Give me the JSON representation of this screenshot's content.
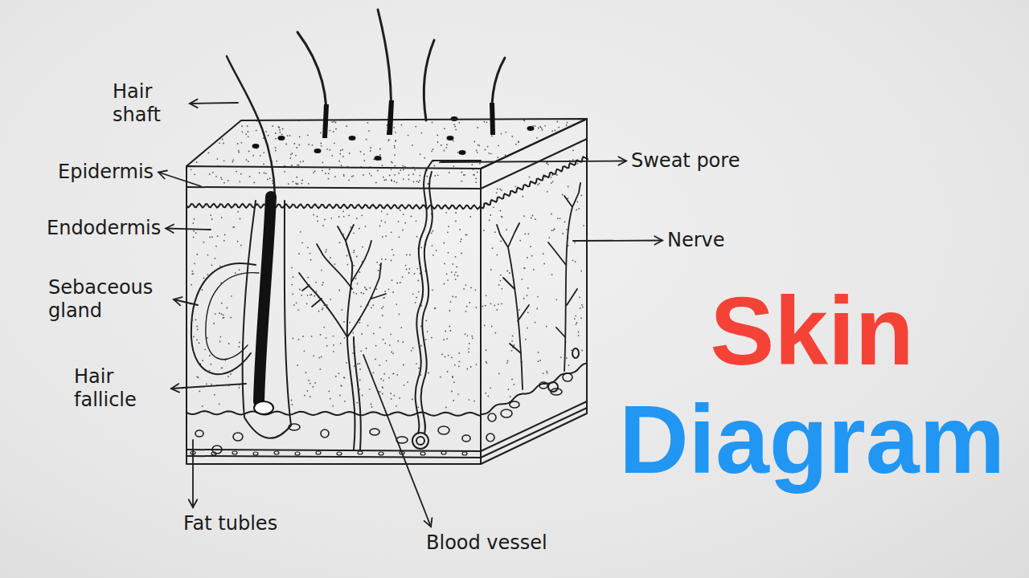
{
  "diagram": {
    "title": "Skin Diagram",
    "labels": [
      "Hair shaft",
      "Epidermis",
      "Endodermis",
      "Sebaceous gland",
      "Hair fallicle",
      "Fat tubles",
      "Blood vessel",
      "Sweat pore",
      "Nerve"
    ]
  }
}
